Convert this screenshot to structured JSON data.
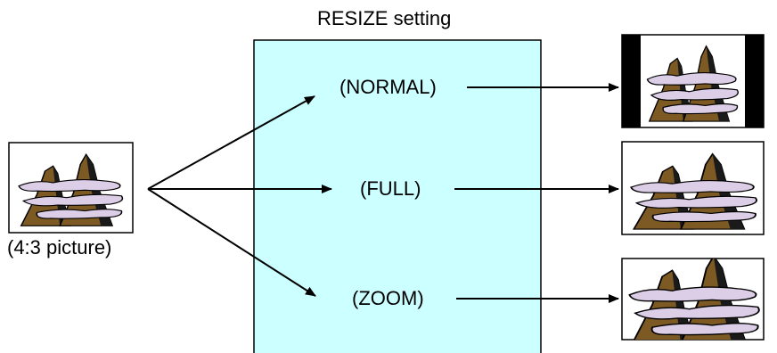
{
  "title": "RESIZE setting",
  "source": {
    "caption": "(4:3 picture)"
  },
  "modes": [
    {
      "label": "(NORMAL)"
    },
    {
      "label": "(FULL)"
    },
    {
      "label": "(ZOOM)"
    }
  ],
  "colors": {
    "panel_fill": "#ccffff",
    "mountain_dark": "#7d5a23",
    "cloud": "#dccee6"
  }
}
